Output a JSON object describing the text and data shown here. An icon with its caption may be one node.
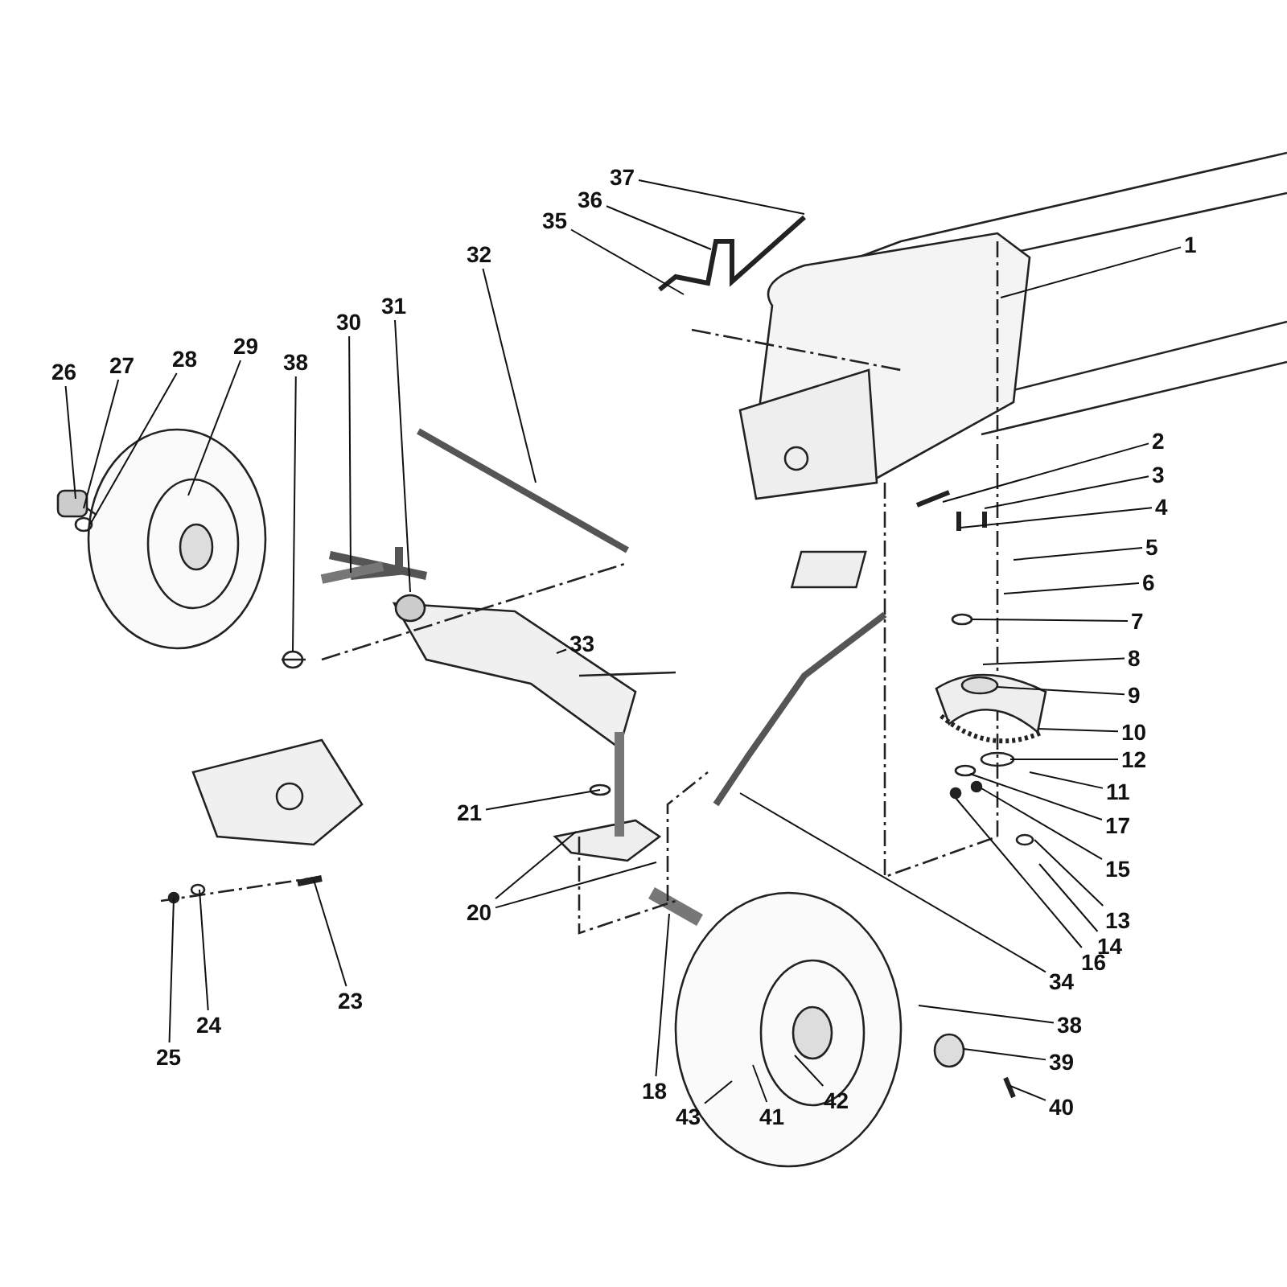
{
  "diagram": {
    "nodes": [
      {
        "text": [
          "1"
        ]
      },
      {
        "text": [
          "2"
        ]
      },
      {
        "text": [
          "3"
        ]
      },
      {
        "text": [
          "4"
        ]
      },
      {
        "text": [
          "5"
        ]
      },
      {
        "text": [
          "6"
        ]
      },
      {
        "text": [
          "7"
        ]
      },
      {
        "text": [
          "8"
        ]
      },
      {
        "text": [
          "9"
        ]
      },
      {
        "text": [
          "10"
        ]
      },
      {
        "text": [
          "11"
        ]
      },
      {
        "text": [
          "12"
        ]
      },
      {
        "text": [
          "13"
        ]
      },
      {
        "text": [
          "14"
        ]
      },
      {
        "text": [
          "15"
        ]
      },
      {
        "text": [
          "16"
        ]
      },
      {
        "text": [
          "17"
        ]
      },
      {
        "text": [
          "18"
        ]
      },
      {
        "text": [
          "20"
        ]
      },
      {
        "text": [
          "21"
        ]
      },
      {
        "text": [
          "23"
        ]
      },
      {
        "text": [
          "24"
        ]
      },
      {
        "text": [
          "25"
        ]
      },
      {
        "text": [
          "26"
        ]
      },
      {
        "text": [
          "27"
        ]
      },
      {
        "text": [
          "28"
        ]
      },
      {
        "text": [
          "29"
        ]
      },
      {
        "text": [
          "30"
        ]
      },
      {
        "text": [
          "31"
        ]
      },
      {
        "text": [
          "32"
        ]
      },
      {
        "text": [
          "33"
        ]
      },
      {
        "text": [
          "34"
        ]
      },
      {
        "text": [
          "35"
        ]
      },
      {
        "text": [
          "36"
        ]
      },
      {
        "text": [
          "37"
        ]
      },
      {
        "text": [
          "38"
        ]
      },
      {
        "text": [
          "38"
        ]
      },
      {
        "text": [
          "39"
        ]
      },
      {
        "text": [
          "40"
        ]
      },
      {
        "text": [
          "41"
        ]
      },
      {
        "text": [
          "42"
        ]
      },
      {
        "text": [
          "43"
        ]
      }
    ],
    "edges": [
      {
        "from": 0,
        "to": null,
        "arrow": "none"
      },
      {
        "from": 1,
        "to": null,
        "arrow": "none"
      },
      {
        "from": 2,
        "to": null,
        "arrow": "none"
      },
      {
        "from": 3,
        "to": null,
        "arrow": "none"
      },
      {
        "from": 4,
        "to": null,
        "arrow": "none"
      },
      {
        "from": 5,
        "to": null,
        "arrow": "none"
      },
      {
        "from": 6,
        "to": null,
        "arrow": "none"
      },
      {
        "from": 7,
        "to": null,
        "arrow": "none"
      },
      {
        "from": 8,
        "to": null,
        "arrow": "none"
      },
      {
        "from": 9,
        "to": null,
        "arrow": "none"
      },
      {
        "from": 10,
        "to": null,
        "arrow": "none"
      },
      {
        "from": 11,
        "to": null,
        "arrow": "none"
      },
      {
        "from": 12,
        "to": null,
        "arrow": "none"
      },
      {
        "from": 13,
        "to": null,
        "arrow": "none"
      },
      {
        "from": 14,
        "to": null,
        "arrow": "none"
      },
      {
        "from": 15,
        "to": null,
        "arrow": "none"
      },
      {
        "from": 16,
        "to": null,
        "arrow": "none"
      },
      {
        "from": 17,
        "to": null,
        "arrow": "none"
      },
      {
        "from": 18,
        "to": null,
        "arrow": "none"
      },
      {
        "from": 18,
        "to": null,
        "arrow": "none"
      },
      {
        "from": 19,
        "to": null,
        "arrow": "none"
      },
      {
        "from": 20,
        "to": null,
        "arrow": "none"
      },
      {
        "from": 21,
        "to": null,
        "arrow": "none"
      },
      {
        "from": 22,
        "to": null,
        "arrow": "none"
      },
      {
        "from": 23,
        "to": null,
        "arrow": "none"
      },
      {
        "from": 24,
        "to": null,
        "arrow": "none"
      },
      {
        "from": 25,
        "to": null,
        "arrow": "none"
      },
      {
        "from": 26,
        "to": null,
        "arrow": "none"
      },
      {
        "from": 27,
        "to": null,
        "arrow": "none"
      },
      {
        "from": 28,
        "to": null,
        "arrow": "none"
      },
      {
        "from": 29,
        "to": null,
        "arrow": "none"
      },
      {
        "from": 30,
        "to": null,
        "arrow": "none"
      },
      {
        "from": 31,
        "to": null,
        "arrow": "none"
      },
      {
        "from": 32,
        "to": null,
        "arrow": "none"
      },
      {
        "from": 33,
        "to": null,
        "arrow": "none"
      },
      {
        "from": 34,
        "to": null,
        "arrow": "none"
      },
      {
        "from": 35,
        "to": null,
        "arrow": "none"
      },
      {
        "from": 36,
        "to": null,
        "arrow": "none"
      },
      {
        "from": 37,
        "to": null,
        "arrow": "none"
      },
      {
        "from": 38,
        "to": null,
        "arrow": "none"
      },
      {
        "from": 39,
        "to": null,
        "arrow": "none"
      },
      {
        "from": 40,
        "to": null,
        "arrow": "none"
      },
      {
        "from": 41,
        "to": null,
        "arrow": "none"
      }
    ]
  }
}
